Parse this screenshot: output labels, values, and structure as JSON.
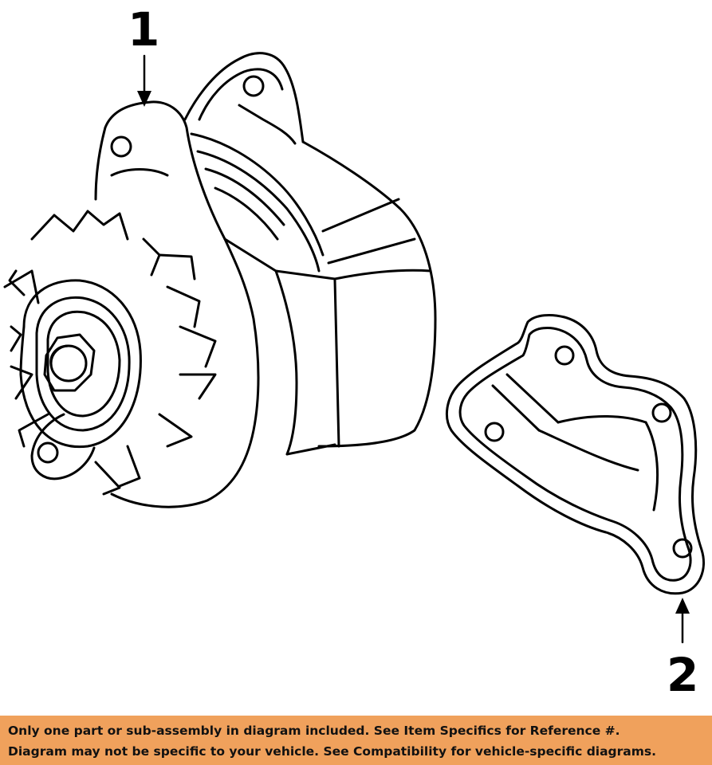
{
  "diagram": {
    "callouts": [
      {
        "number": "1",
        "part": "alternator"
      },
      {
        "number": "2",
        "part": "bracket"
      }
    ],
    "line_color": "#000000",
    "background_color": "#ffffff"
  },
  "disclaimer": {
    "line1": "Only one part or sub-assembly in diagram included. See Item Specifics for Reference #.",
    "line2": "Diagram may not be specific to your vehicle. See Compatibility for vehicle-specific diagrams.",
    "background_color": "#f0a15c"
  }
}
